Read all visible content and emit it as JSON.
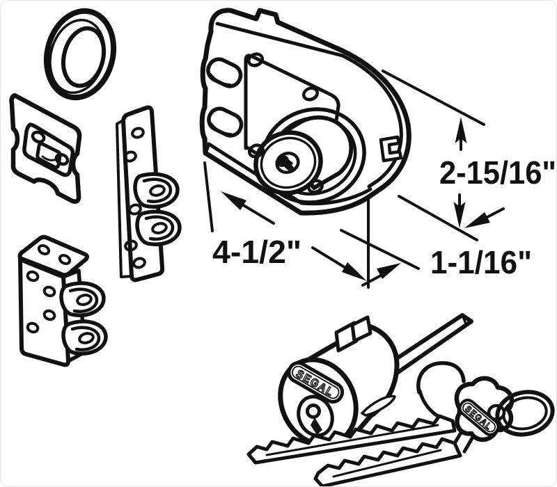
{
  "diagram": {
    "background": "#ffffff",
    "line_color": "#111111",
    "brand": "SEGAL",
    "dimensions": {
      "width": "4-1/2\"",
      "height": "2-15/16\"",
      "depth": "1-1/16\""
    }
  }
}
